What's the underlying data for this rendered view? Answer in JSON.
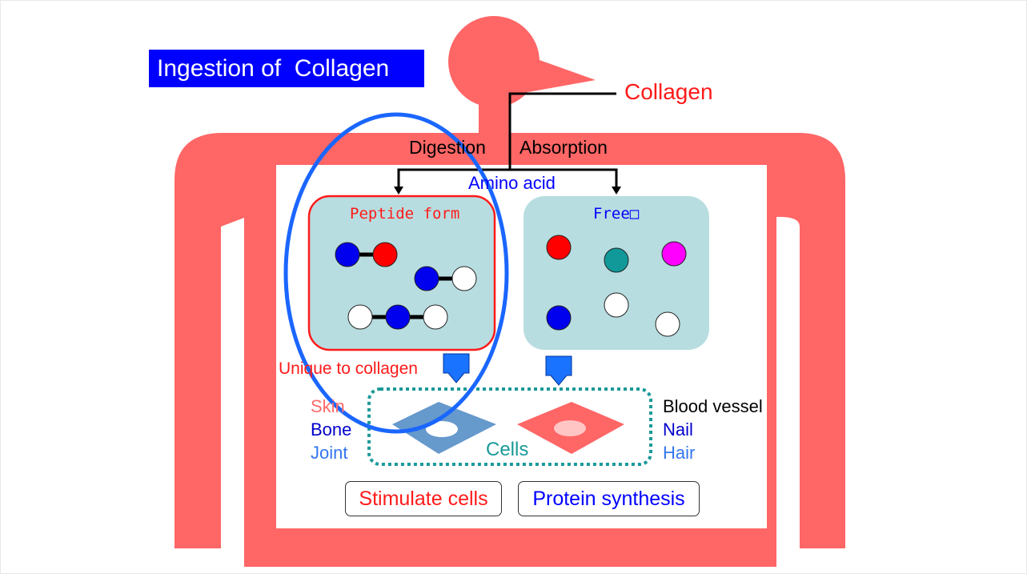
{
  "title": "Ingestion of  Collagen",
  "colors": {
    "body": "#ff6666",
    "title_bg": "#0000ff",
    "panel_bg": "#b8dde0",
    "highlight_ellipse": "#1a66ff",
    "cells_border": "#1a9999",
    "arrow_fill": "#1a73ff"
  },
  "collagen_label": "Collagen",
  "process": {
    "digestion": "Digestion",
    "absorption": "Absorption",
    "amino_acid": "Amino acid"
  },
  "panels": {
    "peptide": {
      "title": "Peptide form",
      "chains": [
        [
          "blue",
          "red"
        ],
        [
          "blue",
          "white"
        ],
        [
          "white",
          "blue",
          "white"
        ]
      ]
    },
    "free": {
      "title": "Free□",
      "molecules": [
        "red",
        "teal",
        "magenta",
        "blue",
        "white",
        "white"
      ]
    }
  },
  "unique_label": "Unique to collagen",
  "left_targets": [
    {
      "text": "Skin",
      "color": "#ff6b6b"
    },
    {
      "text": "Bone",
      "color": "#0000cc"
    },
    {
      "text": "Joint",
      "color": "#3377ee"
    }
  ],
  "right_targets": [
    {
      "text": "Blood vessel",
      "color": "#000000"
    },
    {
      "text": "Nail",
      "color": "#0000cc"
    },
    {
      "text": "Hair",
      "color": "#3377ee"
    }
  ],
  "cells_label": "Cells",
  "outcomes": {
    "stimulate": "Stimulate cells",
    "protein": "Protein synthesis"
  }
}
